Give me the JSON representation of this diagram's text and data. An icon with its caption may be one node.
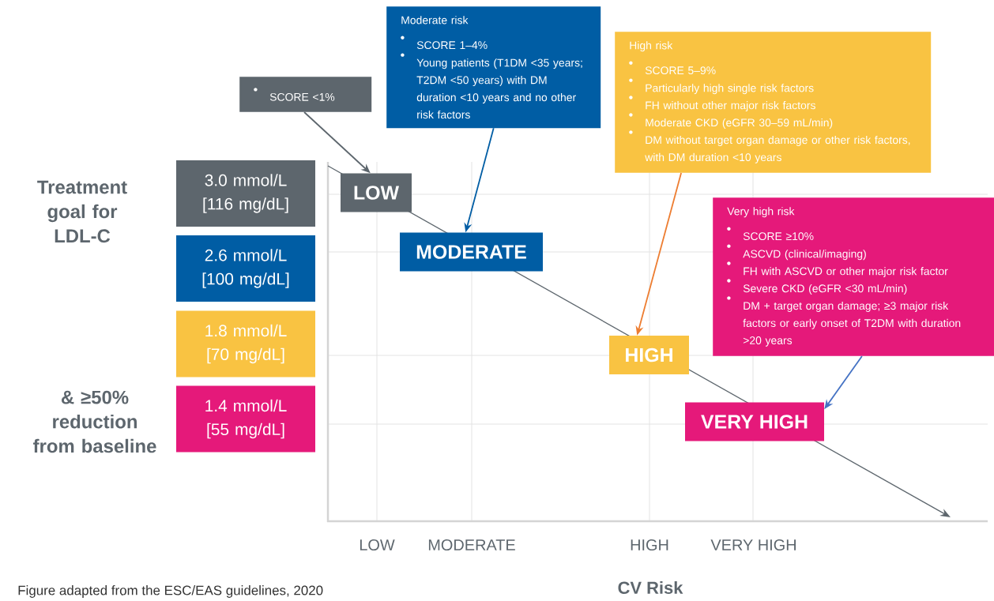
{
  "diagram": {
    "caption": "Figure adapted from the ESC/EAS guidelines, 2020",
    "nodes": [
      {
        "text": [
          "SCORE <1%"
        ]
      },
      {
        "text": [
          "Moderate risk",
          "SCORE 1–4%",
          "Young patients (T1DM <35 years; T2DM <50 years) with DM duration <10 years and no other risk factors"
        ]
      },
      {
        "text": [
          "High risk",
          "SCORE 5–9%",
          "Particularly high single risk factors",
          "FH without other major risk factors",
          "Moderate CKD (eGFR 30–59 mL/min)",
          "DM without target organ damage or other risk factors, with DM duration <10 years"
        ]
      },
      {
        "text": [
          "Very high risk",
          "SCORE ≥10%",
          "ASCVD (clinical/imaging)",
          "FH with ASCVD or other major risk factor",
          "Severe CKD (eGFR <30 mL/min)",
          "DM + target organ damage; ≥3 major risk factors or early onset of T2DM with duration >20 years"
        ]
      },
      {
        "text": [
          "LOW"
        ]
      },
      {
        "text": [
          "MODERATE"
        ]
      },
      {
        "text": [
          "HIGH"
        ]
      },
      {
        "text": [
          "VERY HIGH"
        ]
      },
      {
        "text": [
          "3.0 mmol/L [116 mg/dL]"
        ]
      },
      {
        "text": [
          "2.6 mmol/L [100 mg/dL]"
        ]
      },
      {
        "text": [
          "1.8 mmol/L [70 mg/dL]"
        ]
      },
      {
        "text": [
          "1.4 mmol/L [55 mg/dL]"
        ]
      }
    ],
    "edges": [
      {
        "from": 0,
        "to": 4,
        "arrow": "to",
        "color": "#5d666d"
      },
      {
        "from": 1,
        "to": 5,
        "arrow": "to",
        "color": "#005da4"
      },
      {
        "from": 2,
        "to": 6,
        "arrow": "to",
        "color": "#ed7d31"
      },
      {
        "from": 3,
        "to": 7,
        "arrow": "to",
        "color": "#4472c4"
      }
    ],
    "labels": [
      "Treatment goal for LDL-C",
      "& ≥50% reduction from baseline",
      "LOW",
      "MODERATE",
      "HIGH",
      "VERY HIGH",
      "CV Risk"
    ]
  }
}
